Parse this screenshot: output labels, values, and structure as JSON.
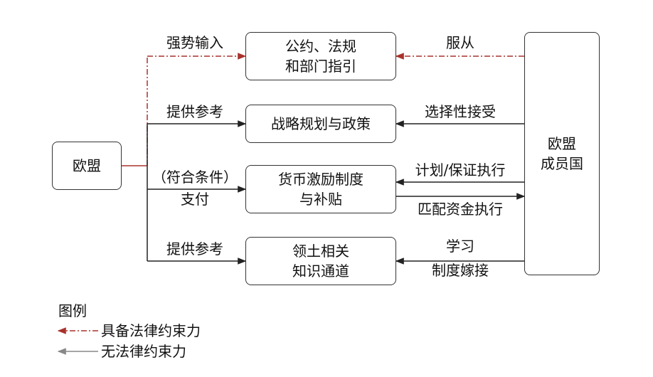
{
  "nodes": {
    "eu": "欧盟",
    "member_line1": "欧盟",
    "member_line2": "成员国",
    "conv_line1": "公约、法规",
    "conv_line2": "和部门指引",
    "strategy": "战略规划与政策",
    "money_line1": "货币激励制度",
    "money_line2": "与补贴",
    "territory_line1": "领土相关",
    "territory_line2": "知识通道"
  },
  "edges": {
    "enforce_input": "强势输入",
    "provide_ref_1": "提供参考",
    "pay_line1": "（符合条件）",
    "pay_line2": "支付",
    "provide_ref_2": "提供参考",
    "obey": "服从",
    "selective_accept": "选择性接受",
    "plan_guarantee": "计划/保证执行",
    "match_funds": "匹配资金执行",
    "learn_line1": "学习",
    "learn_line2": "制度嫁接"
  },
  "legend": {
    "title": "图例",
    "binding": "具备法律约束力",
    "nonbinding": "无法律约束力"
  },
  "colors": {
    "binding": "#a8322d",
    "nonbinding": "#222222",
    "legend_nonbinding": "#888888"
  }
}
